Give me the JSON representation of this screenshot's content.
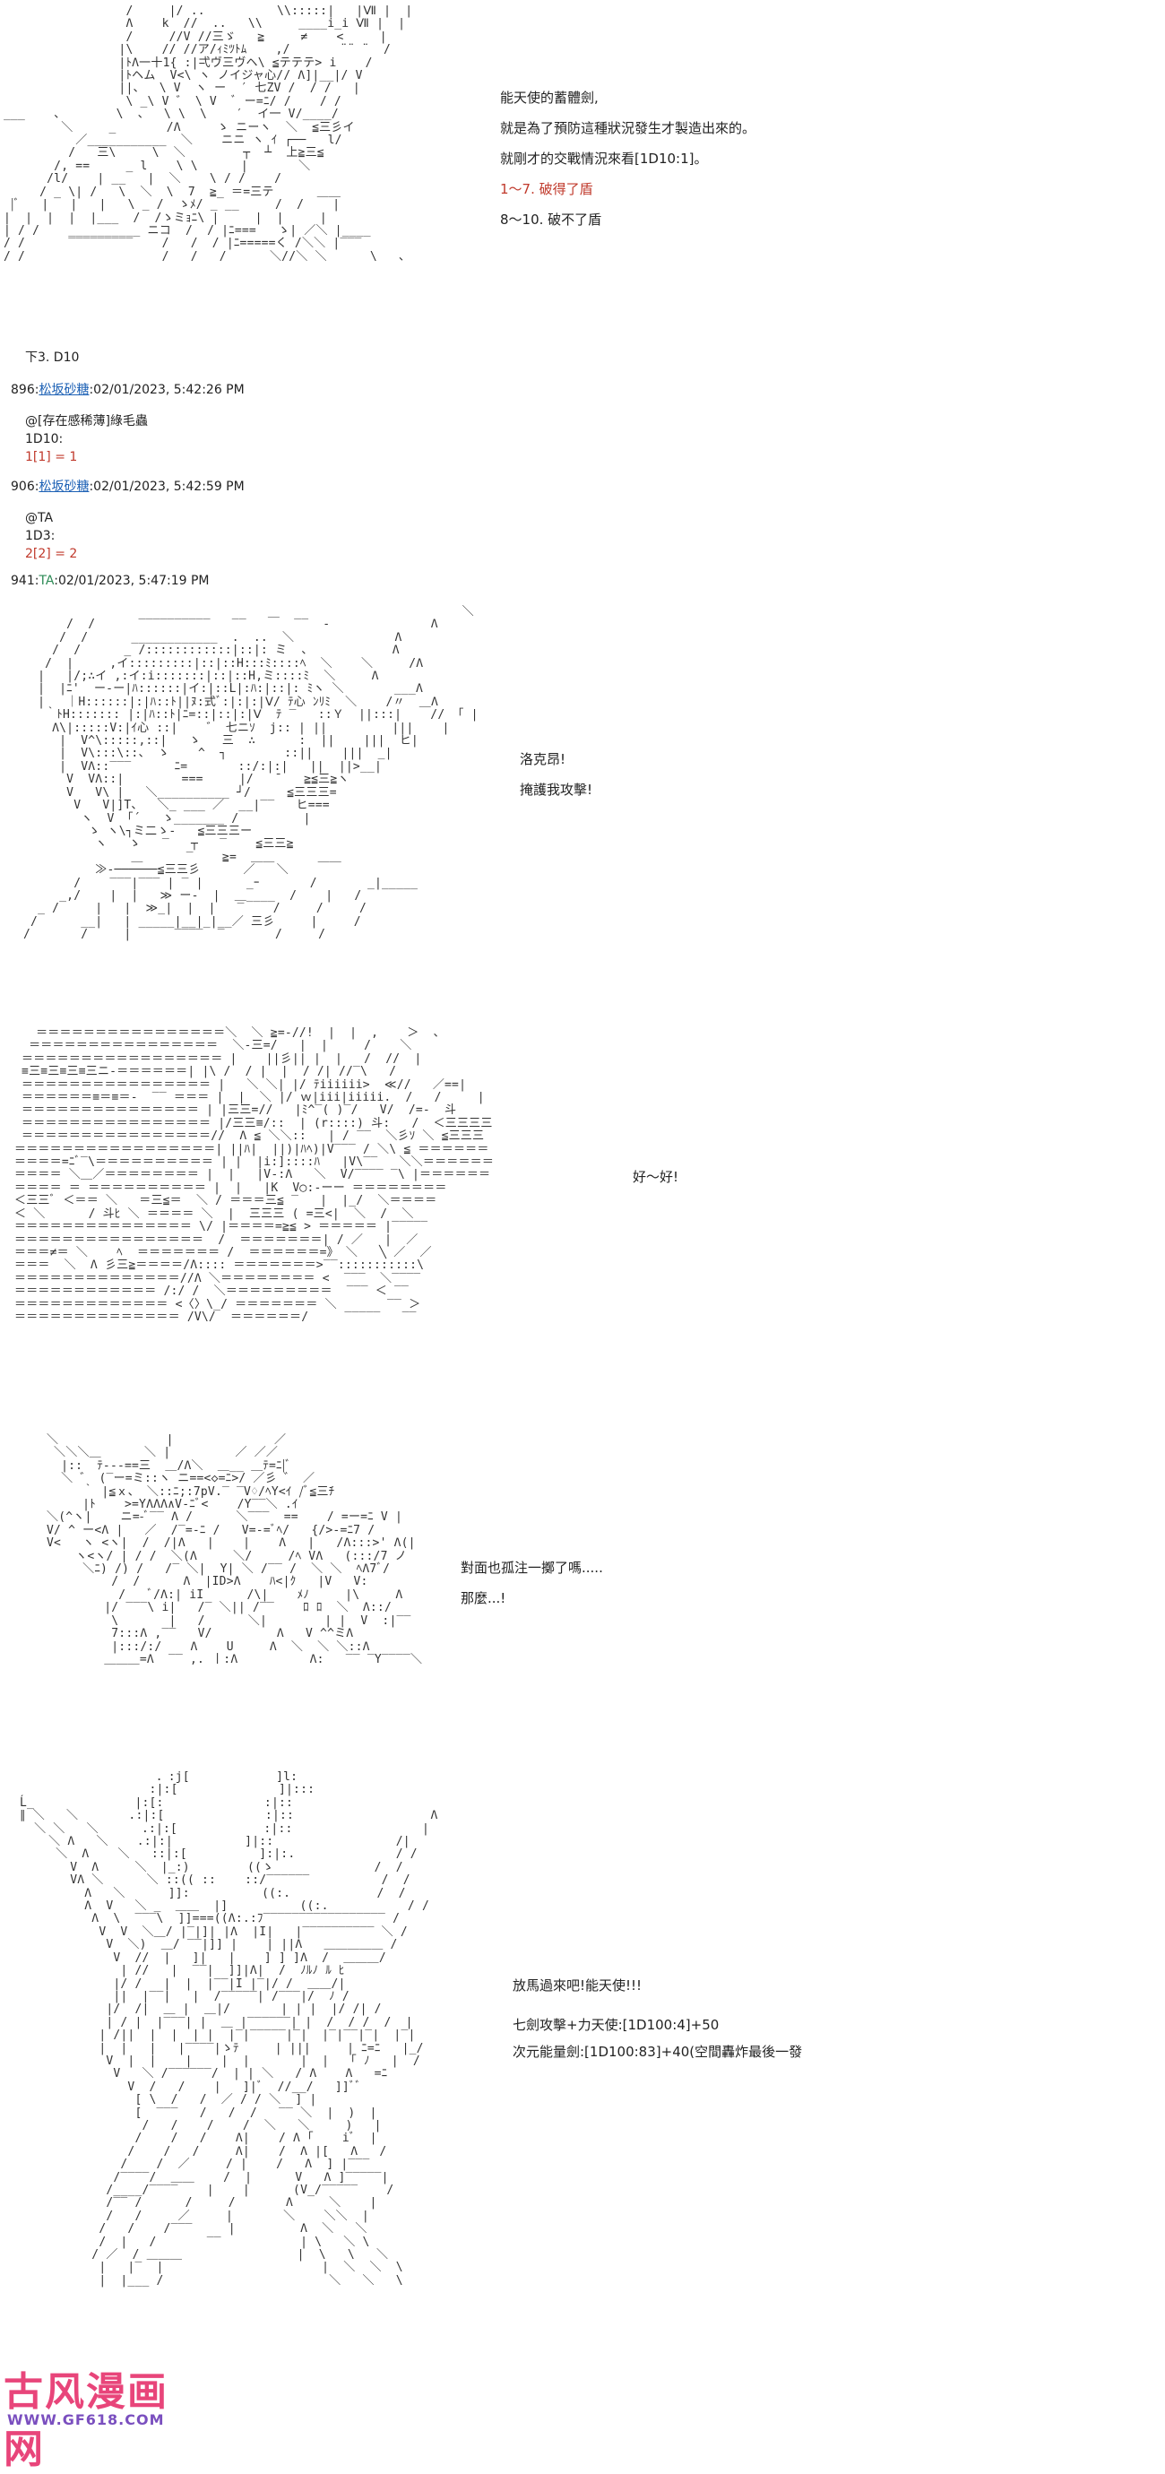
{
  "panel1": {
    "lines": [
      "能天使的蓄體劍,",
      "就是為了預防這種狀況發生才製造出來的。",
      "就剛才的交戰情況來看[1D10:1]。",
      "1〜7. 破得了盾",
      "8〜10. 破不了盾"
    ],
    "footer": "下3. D10"
  },
  "post896": {
    "number": "896:",
    "author": "松坂砂糖",
    "timestamp": ":02/01/2023, 5:42:26 PM",
    "body": [
      "@[存在感稀薄]綠毛蟲",
      "1D10:",
      "1[1] = 1"
    ]
  },
  "post906": {
    "number": "906:",
    "author": "松坂砂糖",
    "timestamp": ":02/01/2023, 5:42:59 PM",
    "body": [
      "@TA",
      "1D3:",
      "2[2] = 2"
    ]
  },
  "post941": {
    "number": "941:",
    "author": "TA",
    "timestamp": ":02/01/2023, 5:47:19 PM"
  },
  "panel2": {
    "lines": [
      "洛克昂!",
      "掩護我攻擊!"
    ]
  },
  "panel3": {
    "lines": [
      "好〜好!"
    ]
  },
  "panel4": {
    "lines": [
      "對面也孤注一擲了嗎.....",
      "那麼...!"
    ]
  },
  "panel5": {
    "lines": [
      "放馬過來吧!能天使!!!",
      "七劍攻擊+力天使:[1D100:4]+50",
      "次元能量劍:[1D100:83]+40(空間轟炸最後一發"
    ]
  },
  "watermark": {
    "logo": "古风漫画网",
    "url": "WWW.GF618.COM"
  },
  "colors": {
    "roll_red": "#c0392b",
    "author_blue": "#1a5fb4",
    "author_green": "#2e8b57",
    "logo_pink": "#e8457a"
  }
}
